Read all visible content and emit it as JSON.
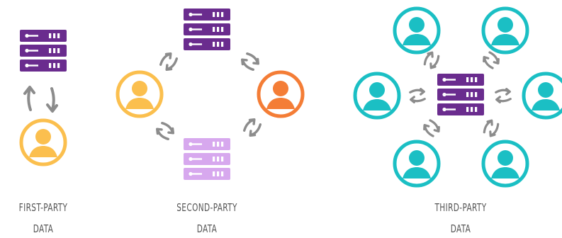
{
  "colors": {
    "server_purple": "#6a2c8e",
    "server_light": "#d7a8ee",
    "user_yellow": "#fbbf4e",
    "user_orange": "#f47d36",
    "user_teal": "#1bbfc4",
    "arrow": "#8c8c8c"
  },
  "sections": [
    {
      "id": "first",
      "label_line1": "FIRST-PARTY",
      "label_line2": "DATA"
    },
    {
      "id": "second",
      "label_line1": "SECOND-PARTY",
      "label_line2": "DATA"
    },
    {
      "id": "third",
      "label_line1": "THIRD-PARTY",
      "label_line2": "DATA"
    }
  ]
}
